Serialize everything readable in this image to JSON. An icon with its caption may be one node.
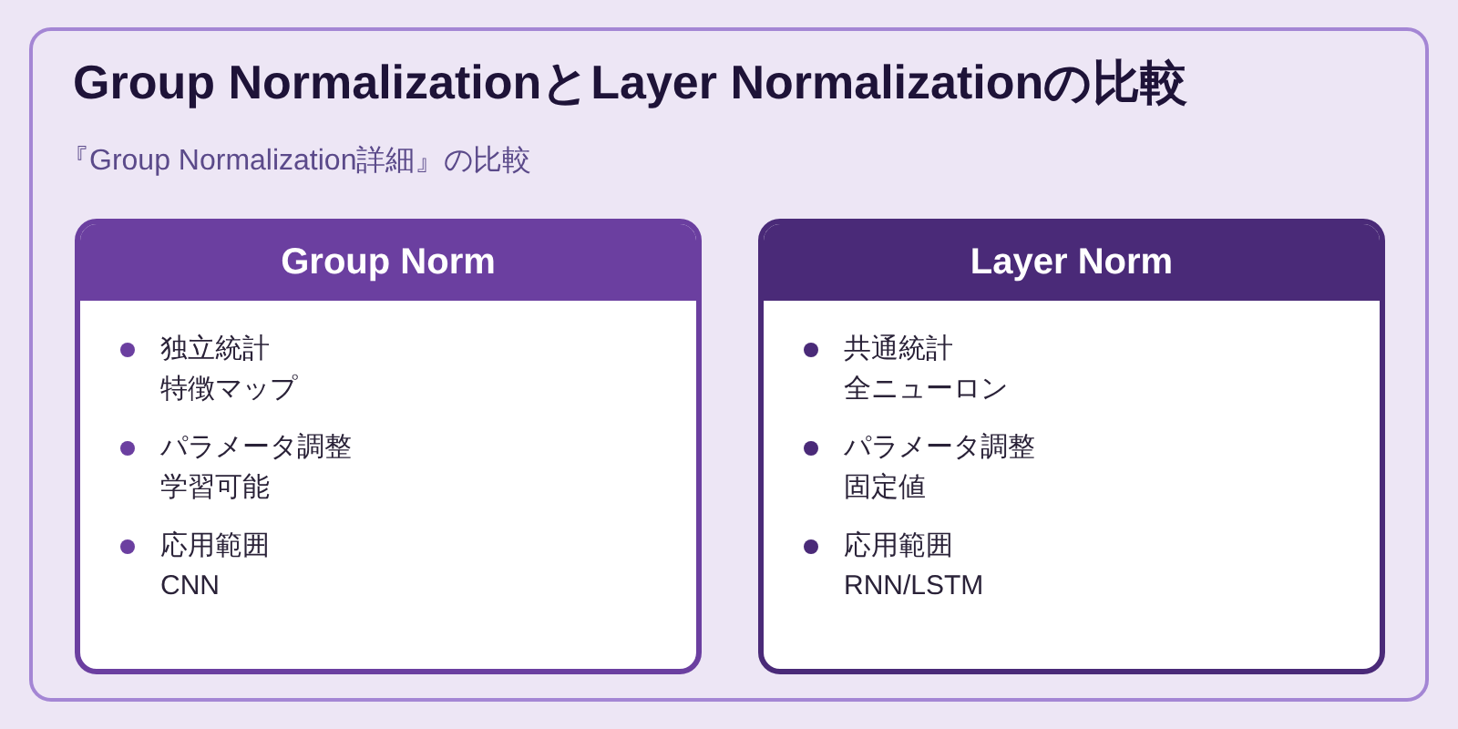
{
  "diagram": {
    "title": "Group NormalizationとLayer Normalizationの比較",
    "nodes": [
      {
        "text": [
          "Group Norm",
          "独立統計",
          "特徴マップ",
          "パラメータ調整",
          "学習可能",
          "応用範囲",
          "CNN"
        ]
      },
      {
        "text": [
          "Layer Norm",
          "共通統計",
          "全ニューロン",
          "パラメータ調整",
          "固定値",
          "応用範囲",
          "RNN/LSTM"
        ]
      }
    ],
    "labels": [
      "『Group Normalization詳細』の比較"
    ]
  }
}
